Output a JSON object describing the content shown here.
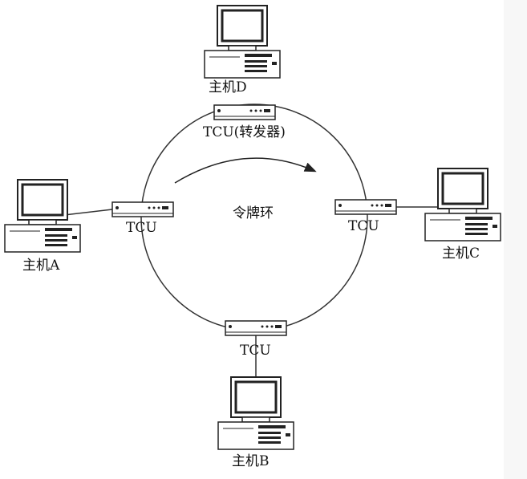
{
  "diagram": {
    "center_label": "令牌环",
    "hosts": {
      "a": "主机A",
      "b": "主机B",
      "c": "主机C",
      "d": "主机D"
    },
    "tcu": {
      "top": "TCU(转发器)",
      "left": "TCU",
      "right": "TCU",
      "bottom": "TCU"
    },
    "colors": {
      "line": "#222222",
      "background": "#ffffff"
    }
  }
}
